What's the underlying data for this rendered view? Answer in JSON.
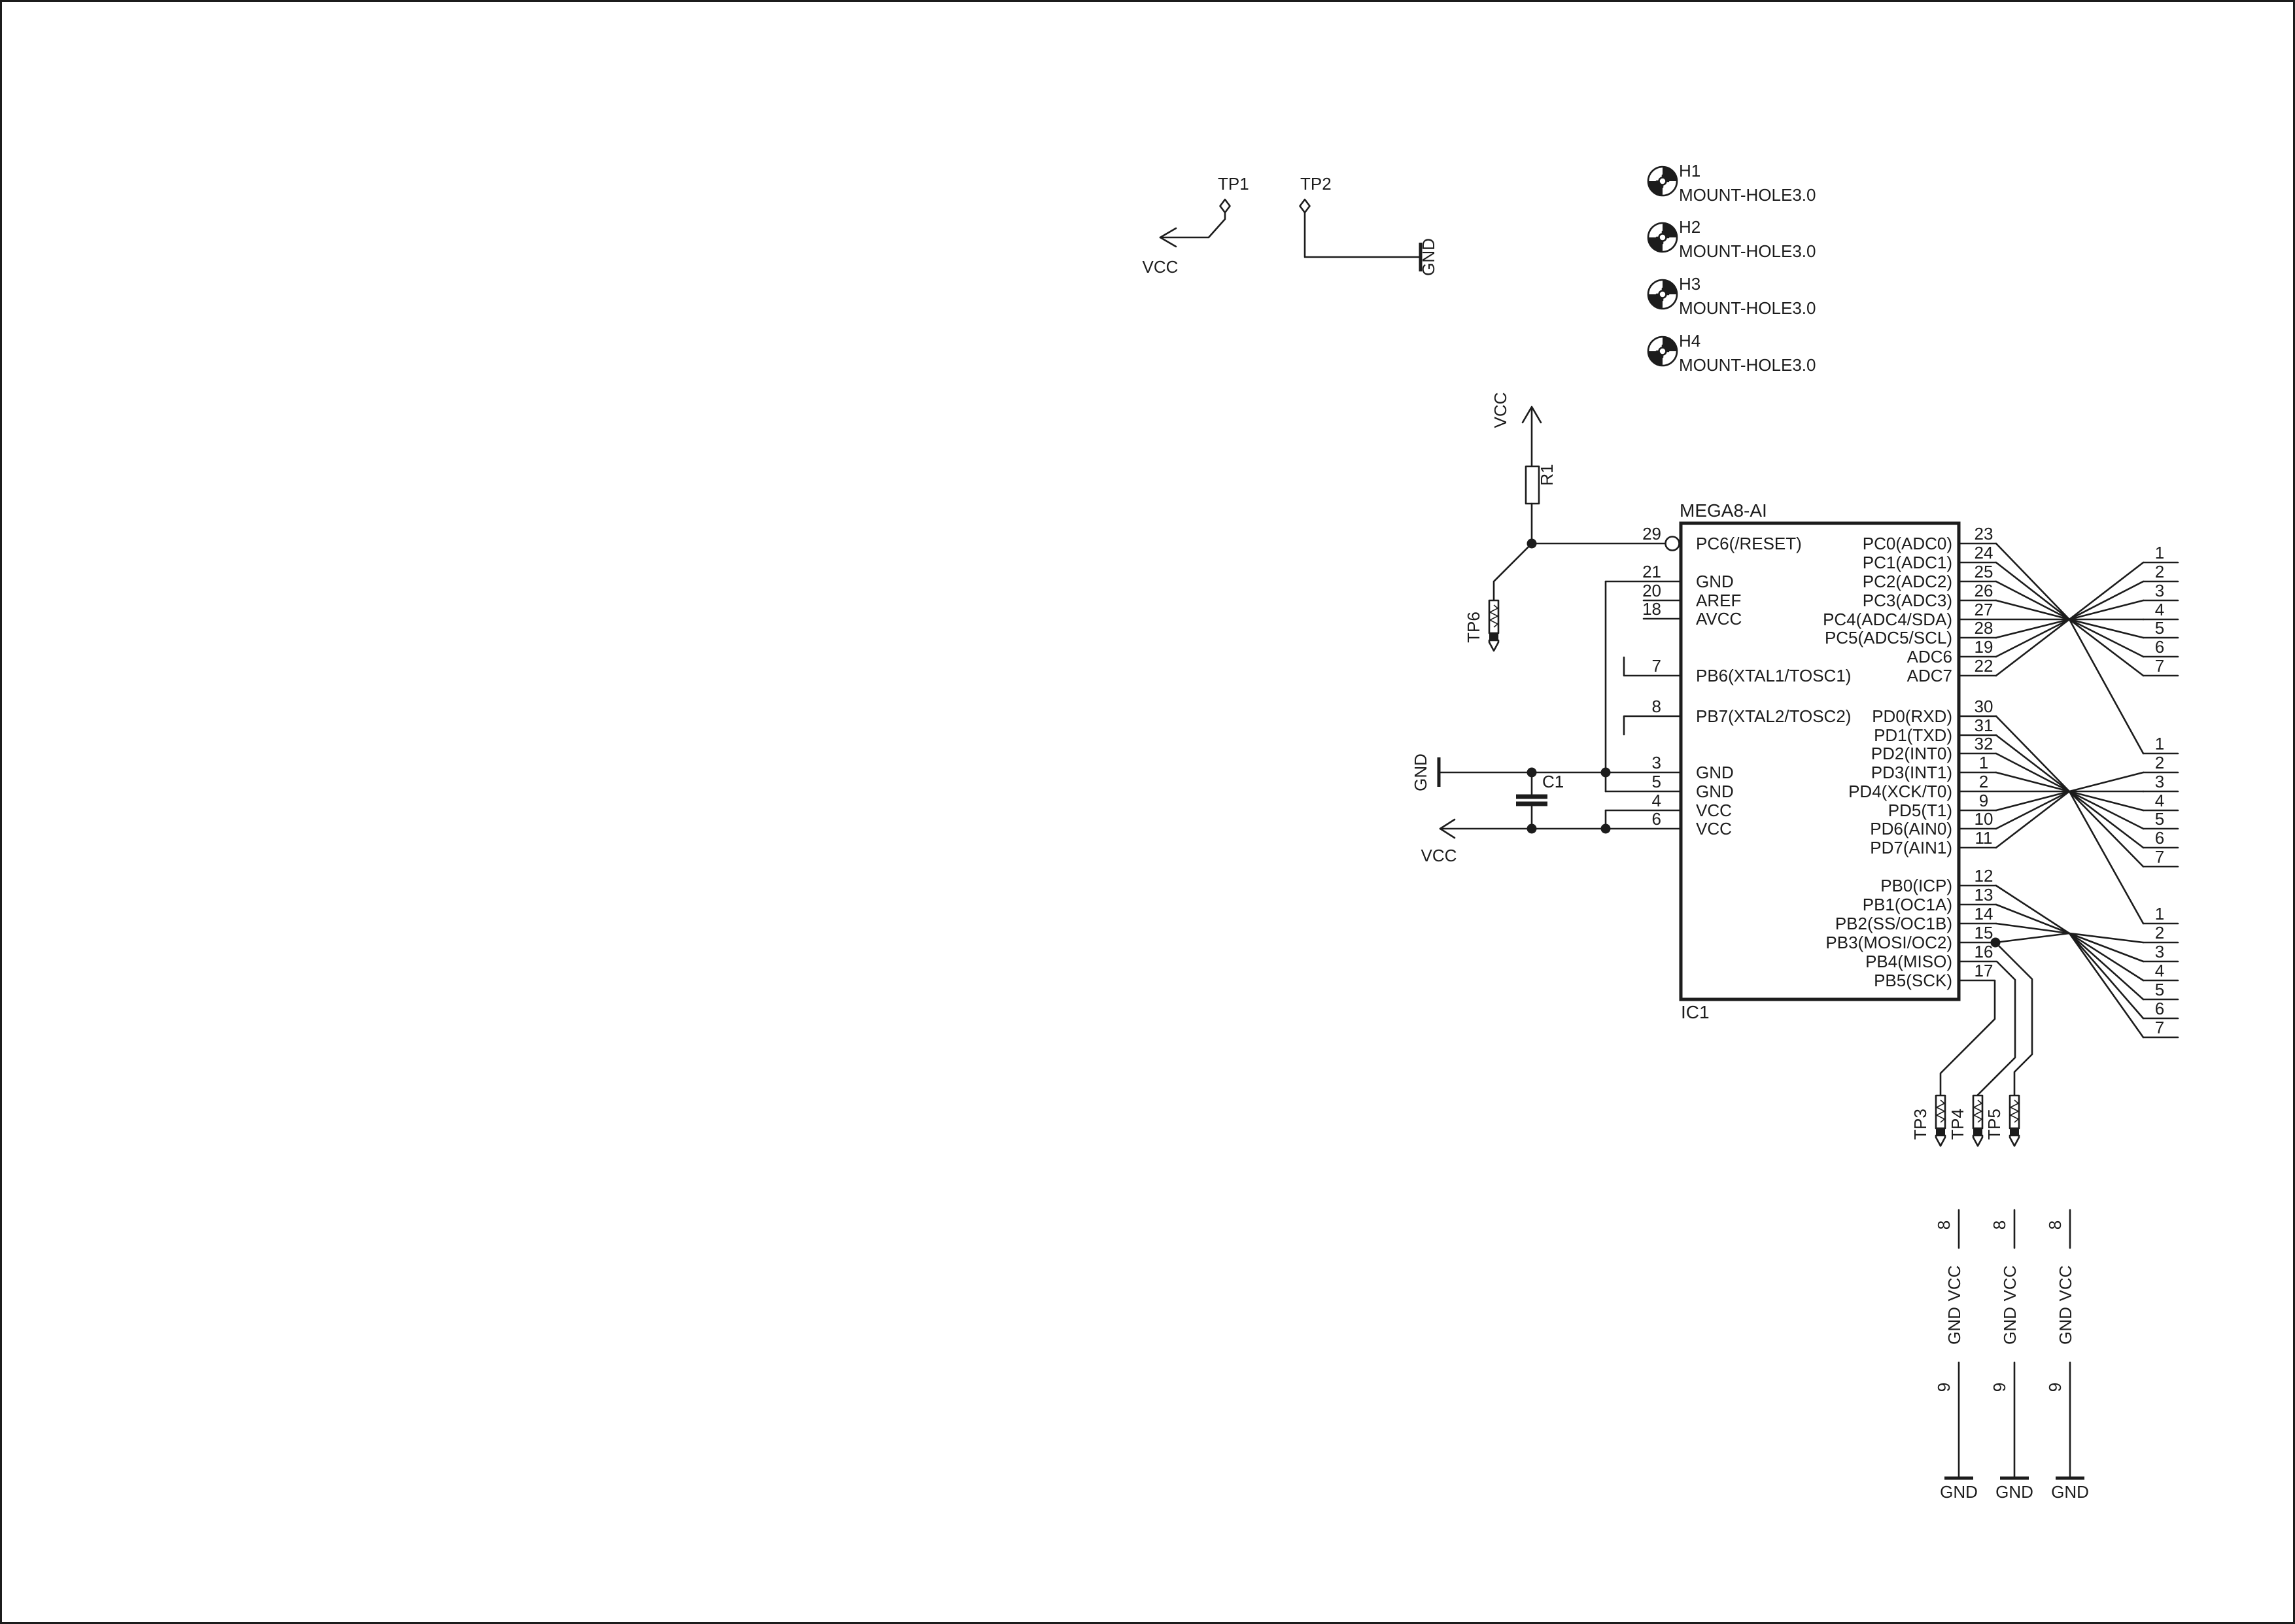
{
  "schematic": {
    "colors": {
      "ink": "#1c1c1c",
      "background": "#ffffff"
    },
    "ic": {
      "value": "MEGA8-AI",
      "ref": "IC1",
      "left_pins": [
        {
          "num": "29",
          "name": "PC6(/RESET)"
        },
        {
          "num": "21",
          "name": "GND"
        },
        {
          "num": "20",
          "name": "AREF"
        },
        {
          "num": "18",
          "name": "AVCC"
        },
        {
          "num": "7",
          "name": "PB6(XTAL1/TOSC1)"
        },
        {
          "num": "8",
          "name": "PB7(XTAL2/TOSC2)"
        },
        {
          "num": "3",
          "name": "GND"
        },
        {
          "num": "5",
          "name": "GND"
        },
        {
          "num": "4",
          "name": "VCC"
        },
        {
          "num": "6",
          "name": "VCC"
        }
      ],
      "right_pins": [
        {
          "num": "23",
          "name": "PC0(ADC0)"
        },
        {
          "num": "24",
          "name": "PC1(ADC1)"
        },
        {
          "num": "25",
          "name": "PC2(ADC2)"
        },
        {
          "num": "26",
          "name": "PC3(ADC3)"
        },
        {
          "num": "27",
          "name": "PC4(ADC4/SDA)"
        },
        {
          "num": "28",
          "name": "PC5(ADC5/SCL)"
        },
        {
          "num": "19",
          "name": "ADC6"
        },
        {
          "num": "22",
          "name": "ADC7"
        },
        {
          "num": "30",
          "name": "PD0(RXD)"
        },
        {
          "num": "31",
          "name": "PD1(TXD)"
        },
        {
          "num": "32",
          "name": "PD2(INT0)"
        },
        {
          "num": "1",
          "name": "PD3(INT1)"
        },
        {
          "num": "2",
          "name": "PD4(XCK/T0)"
        },
        {
          "num": "9",
          "name": "PD5(T1)"
        },
        {
          "num": "10",
          "name": "PD6(AIN0)"
        },
        {
          "num": "11",
          "name": "PD7(AIN1)"
        },
        {
          "num": "12",
          "name": "PB0(ICP)"
        },
        {
          "num": "13",
          "name": "PB1(OC1A)"
        },
        {
          "num": "14",
          "name": "PB2(SS/OC1B)"
        },
        {
          "num": "15",
          "name": "PB3(MOSI/OC2)"
        },
        {
          "num": "16",
          "name": "PB4(MISO)"
        },
        {
          "num": "17",
          "name": "PB5(SCK)"
        }
      ]
    },
    "connector_pins": [
      "1",
      "2",
      "3",
      "4",
      "5",
      "6",
      "7"
    ],
    "test_points": {
      "tp1": "TP1",
      "tp2": "TP2",
      "tp3": "TP3",
      "tp4": "TP4",
      "tp5": "TP5",
      "tp6": "TP6"
    },
    "power": {
      "vcc": "VCC",
      "gnd": "GND"
    },
    "resistor": {
      "ref": "R1"
    },
    "capacitor": {
      "ref": "C1"
    },
    "mount_holes": [
      {
        "ref": "H1",
        "value": "MOUNT-HOLE3.0"
      },
      {
        "ref": "H2",
        "value": "MOUNT-HOLE3.0"
      },
      {
        "ref": "H3",
        "value": "MOUNT-HOLE3.0"
      },
      {
        "ref": "H4",
        "value": "MOUNT-HOLE3.0"
      }
    ],
    "bottom_headers": {
      "pin8": "8",
      "pin9": "9",
      "vcc_pin": "VCC",
      "gnd_pin": "GND"
    }
  }
}
